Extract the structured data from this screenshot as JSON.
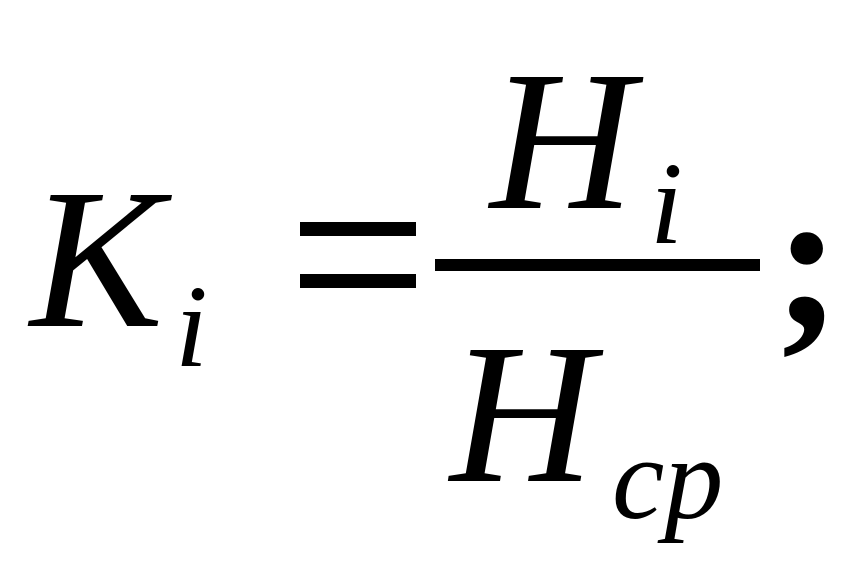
{
  "formula": {
    "lhs": {
      "symbol": "K",
      "subscript": "i"
    },
    "equals": "=",
    "numerator": {
      "symbol": "H",
      "subscript": "i"
    },
    "denominator": {
      "symbol": "H",
      "subscript": "cp"
    },
    "terminator": ";"
  }
}
